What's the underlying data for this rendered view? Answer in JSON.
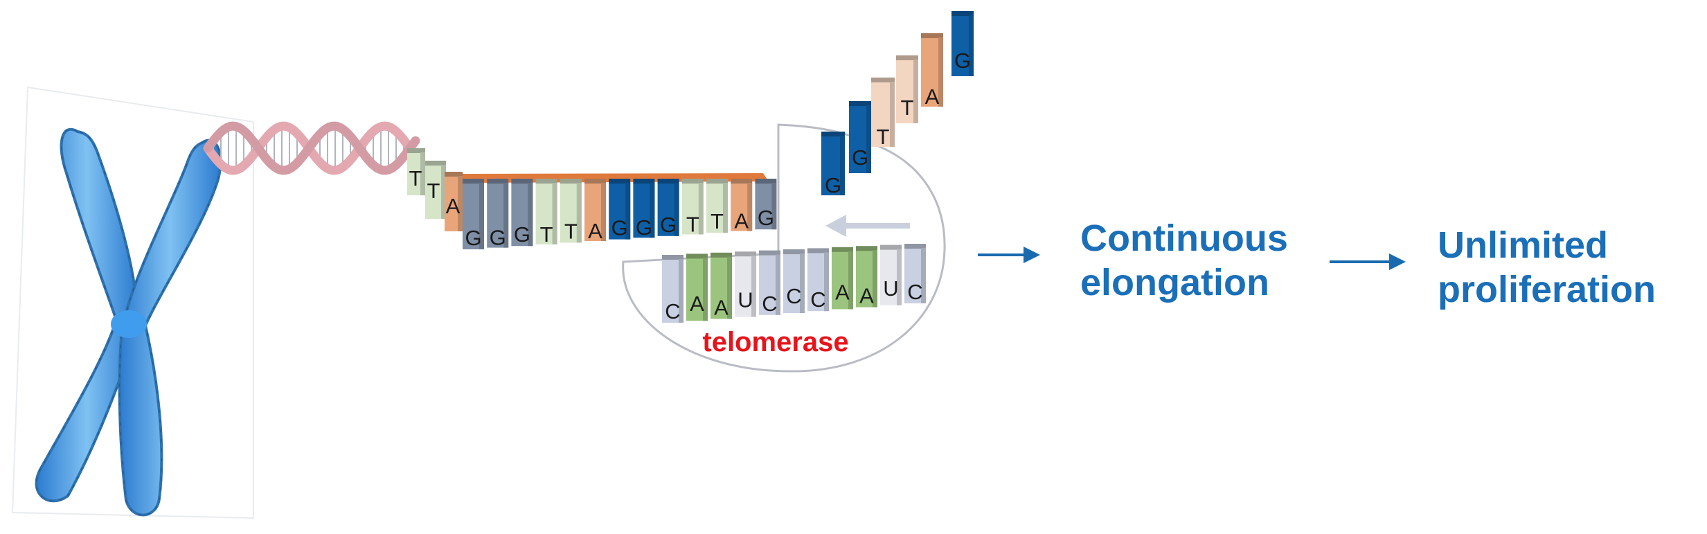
{
  "colors": {
    "blue": "#0e5fa6",
    "blue_light": "#3a7fc0",
    "slate": "#7f8fa6",
    "sage": "#d6e4c8",
    "peach": "#e8a57a",
    "peach_light": "#f3d6c2",
    "green": "#9bc47e",
    "lavender": "#c8d0e2",
    "pale_gray": "#e6e8ee",
    "orange_strip": "#e07a3c",
    "helix": "#e3a8b0",
    "chromosome": "#3a8fd8",
    "label_blue": "#1b6fb8",
    "arrow_blue": "#1a6ab0",
    "telomerase_red": "#e8141b",
    "outline": "#b9bcc4",
    "template_arrow": "#c9cfdc"
  },
  "icons": {
    "chromosome": "chromosome-icon",
    "helix": "dna-helix-icon",
    "telomerase": "telomerase-enzyme-icon"
  },
  "telomere_dna": {
    "diagonal_letters": [
      "T",
      "T",
      "A"
    ],
    "strand_letters": [
      "G",
      "G",
      "G",
      "T",
      "T",
      "A",
      "G",
      "G",
      "G",
      "T",
      "T",
      "A",
      "G"
    ]
  },
  "telomerase": {
    "label": "telomerase",
    "rna_template": [
      "C",
      "A",
      "A",
      "U",
      "C",
      "C",
      "C",
      "A",
      "A",
      "U",
      "C"
    ]
  },
  "new_strand": {
    "letters": [
      "G",
      "G",
      "T",
      "T",
      "A",
      "G"
    ]
  },
  "stages": [
    {
      "lines": [
        "Continuous",
        "elongation"
      ]
    },
    {
      "lines": [
        "Unlimited",
        "proliferation"
      ]
    }
  ]
}
